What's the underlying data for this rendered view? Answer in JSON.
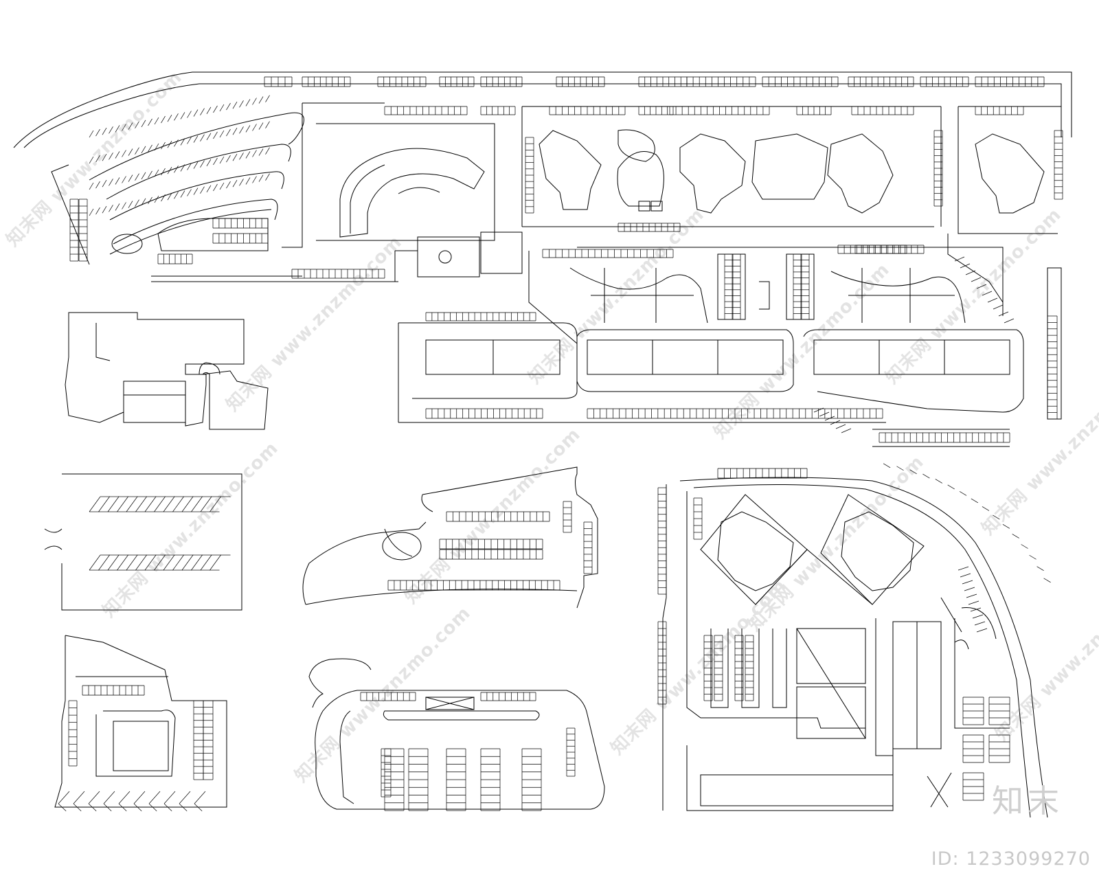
{
  "watermark": {
    "site_cn": "知末网",
    "site_url": "www.znzmo.com"
  },
  "branding": {
    "logo_text": "知末",
    "id_label": "ID:",
    "id_number": "1233099270"
  }
}
